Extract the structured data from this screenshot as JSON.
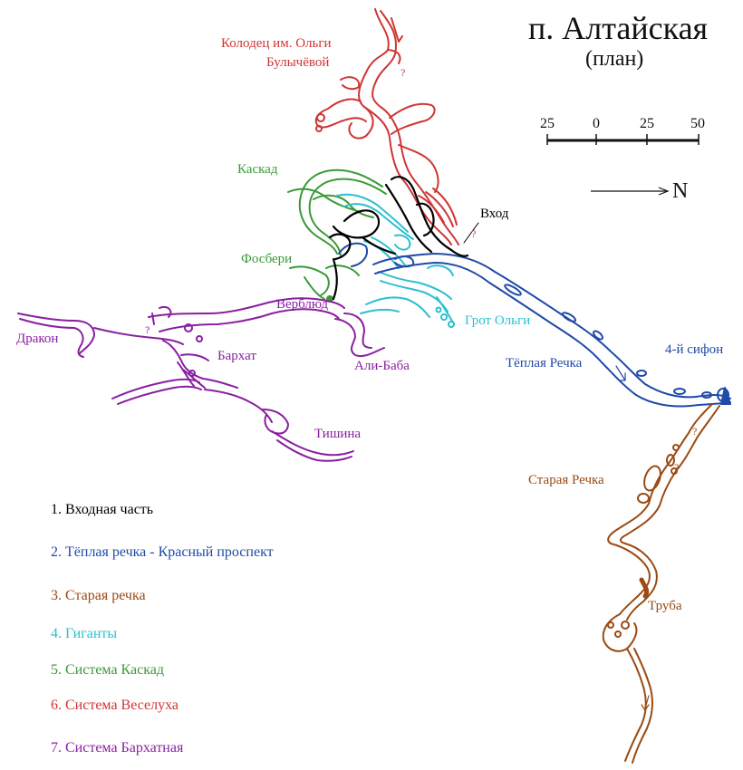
{
  "title": "п. Алтайская",
  "subtitle": "(план)",
  "scale": {
    "ticks": [
      "25",
      "0",
      "25",
      "50"
    ]
  },
  "north_label": "N",
  "colors": {
    "entrance": "#000000",
    "warm_river": "#1f4aa8",
    "old_river": "#9a4a12",
    "giants": "#2cbfd0",
    "kaskad": "#3a9a36",
    "veselukha": "#d03434",
    "barkhatnaya": "#8a1fa0"
  },
  "labels": {
    "kolodets_1": "Колодец им. Ольги",
    "kolodets_2": "Булычёвой",
    "kaskad": "Каскад",
    "vkhod": "Вход",
    "fosberi": "Фосбери",
    "verblyud": "Верблюд",
    "grot_olgi": "Грот Ольги",
    "drakon": "Дракон",
    "barkhat": "Бархат",
    "ali_baba": "Али-Баба",
    "teplaya_rechka": "Тёплая Речка",
    "sifon": "4-й сифон",
    "tishina": "Тишина",
    "staraya_rechka": "Старая Речка",
    "truba": "Труба"
  },
  "legend": [
    {
      "text": "1. Входная часть",
      "color": "#000000"
    },
    {
      "text": "2. Тёплая речка - Красный проспект",
      "color": "#1f4aa8"
    },
    {
      "text": "3. Старая речка",
      "color": "#9a4a12"
    },
    {
      "text": "4. Гиганты",
      "color": "#2cbfd0"
    },
    {
      "text": "5. Система Каскад",
      "color": "#3a9a36"
    },
    {
      "text": "6. Система Веселуха",
      "color": "#d03434"
    },
    {
      "text": "7. Система Бархатная",
      "color": "#8a1fa0"
    }
  ]
}
